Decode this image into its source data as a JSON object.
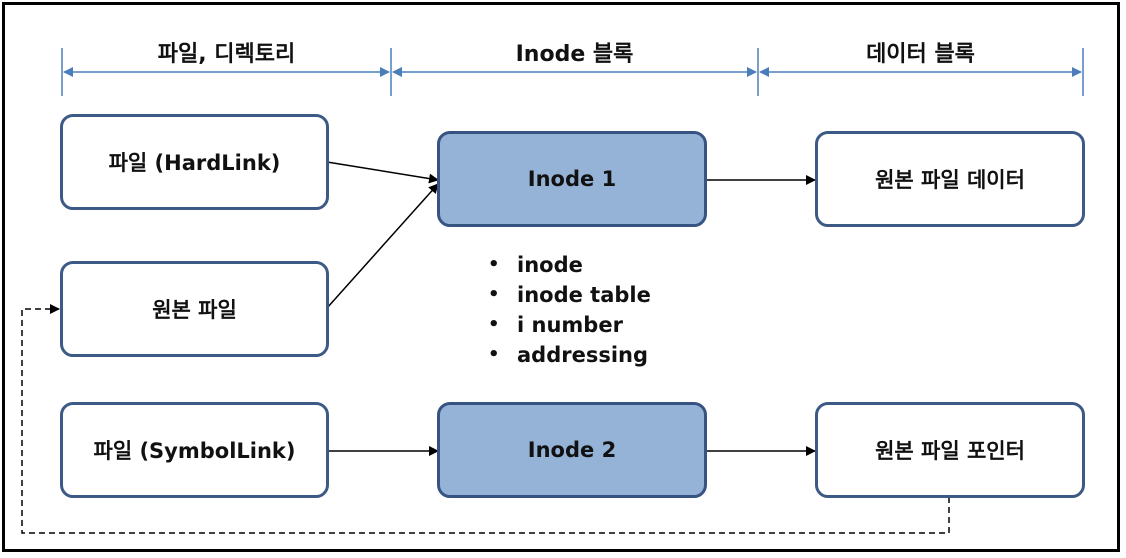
{
  "headers": [
    "파일, 디렉토리",
    "Inode 블록",
    "데이터 블록"
  ],
  "boxes": {
    "file_hardlink": "파일 (HardLink)",
    "original_file": "원본 파일",
    "file_symbollink": "파일 (SymbolLink)",
    "inode1": "Inode 1",
    "inode2": "Inode 2",
    "original_data": "원본 파일 데이터",
    "original_pointer": "원본 파일 포인터"
  },
  "notes": [
    "inode",
    "inode table",
    "i number",
    "addressing"
  ],
  "colors": {
    "inode_fill": "#95b3d7",
    "box_border": "#3d5a86",
    "span_arrow": "#4a7ebb"
  }
}
